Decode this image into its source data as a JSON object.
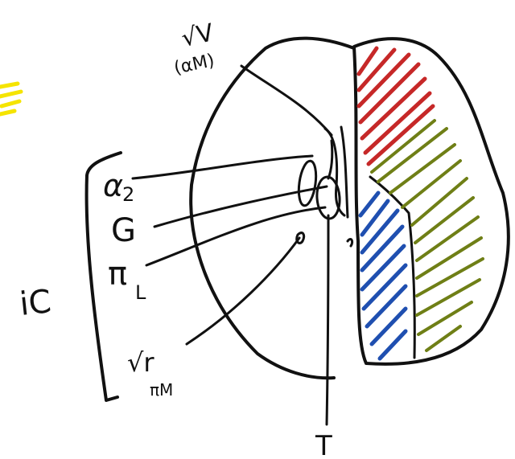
{
  "labels": {
    "top": "√V",
    "top_sub": "(αM)",
    "alpha": "α",
    "alpha_sub": "2",
    "g": "G",
    "pi": "π",
    "pi_sub": "L",
    "bottom": "√r",
    "bottom_sub": "πM",
    "ic": "iC",
    "t": "T"
  },
  "colors": {
    "ink": "#111111",
    "red": "#c62828",
    "green": "#6f7f16",
    "blue": "#1f4fb0",
    "highlight": "#f5e400"
  }
}
